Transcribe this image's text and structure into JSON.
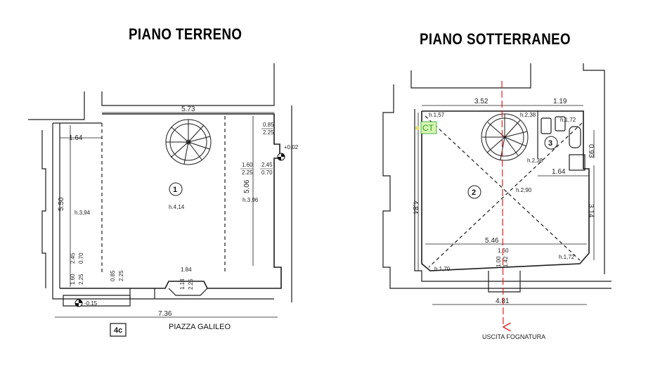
{
  "titles": {
    "ground_floor": "PIANO TERRENO",
    "basement": "PIANO SOTTERRANEO"
  },
  "ground_floor": {
    "room_number": "1",
    "room_height": "h.4,14",
    "left_height": "h.3,94",
    "right_height": "h.3,96",
    "dim_top_width": "5.73",
    "dim_left_width": "1.64",
    "dim_left_height": "5.50",
    "dim_right_height": "5.06",
    "dim_bottom_width": "7.36",
    "dim_door_width": "1.84",
    "window_right_top": [
      "0.85",
      "2.25"
    ],
    "window_right_mid": [
      "1.60",
      "2.25",
      "2.45",
      "0.70"
    ],
    "window_bottom_left": [
      "1.60",
      "2.25",
      "2.45",
      "0.70"
    ],
    "window_bottom_mid": [
      "0.85",
      "2.25"
    ],
    "door_bottom": [
      "1.14",
      "2.25"
    ],
    "level_right": "+0.02",
    "level_bottom": "-0.15",
    "street_name": "PIAZZA GALILEO",
    "sheet_ref": "4c"
  },
  "basement": {
    "room_number": "2",
    "bath_number": "3",
    "h_top_left": "h.1,57",
    "h_stair_top": "h.2,38",
    "h_stair_bottom": "h.2,38",
    "h_top_right": "h.1,72",
    "h_center": "h.2,90",
    "h_bottom_left": "h.1,70",
    "h_bottom_right": "h.1,72",
    "dim_top_left": "3.52",
    "dim_top_right": "1.19",
    "dim_bath_width": "1.64",
    "dim_bath_height": "0.93",
    "dim_left_height": "4.84",
    "dim_right_height": "3.14",
    "dim_mid_width": "5.46",
    "dim_bottom_width": "4.81",
    "dim_vert_a": "1.60",
    "dim_vert_b": "1.00",
    "dim_vert_c": "1.42",
    "marker": "CT",
    "exit_label": "USCITA FOGNATURA"
  },
  "colors": {
    "line": "#1a1a1a",
    "exit_arrow": "#e02020",
    "marker_fill": "#d6f5b0",
    "marker_text": "#2ca02c"
  }
}
